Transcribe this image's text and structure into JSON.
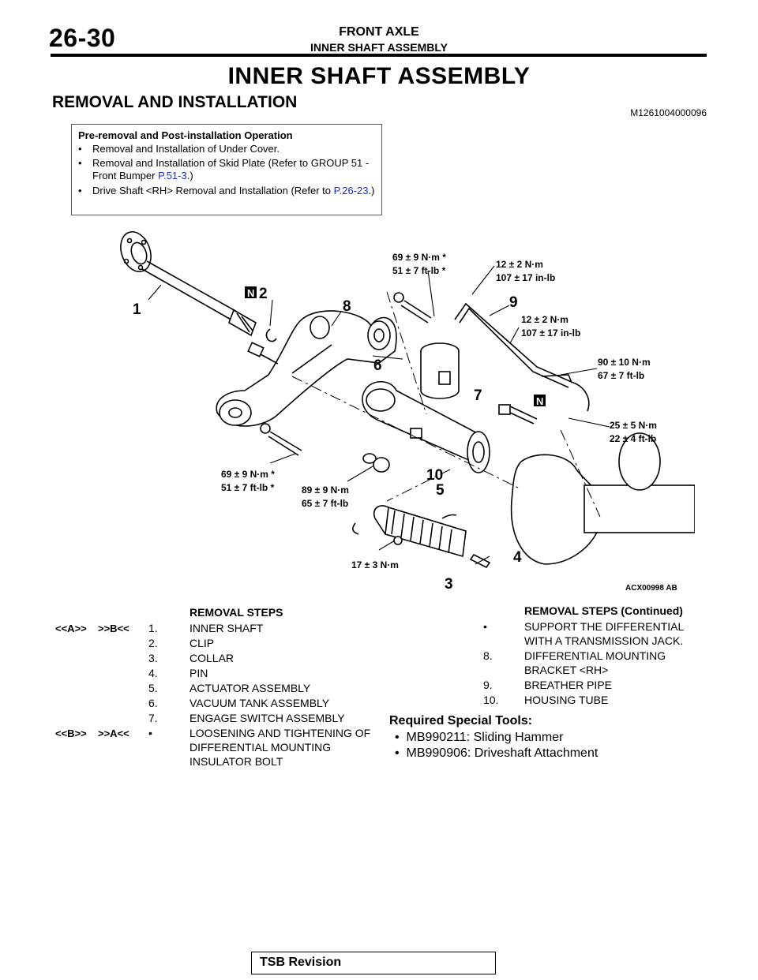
{
  "header": {
    "page_number": "26-30",
    "section": "FRONT AXLE",
    "subsection": "INNER SHAFT ASSEMBLY"
  },
  "title": "INNER SHAFT ASSEMBLY",
  "section_title": "REMOVAL AND INSTALLATION",
  "doc_code": "M1261004000096",
  "pre_op": {
    "heading": "Pre-removal and Post-installation Operation",
    "items": [
      {
        "text": "Removal and Installation of Under Cover.",
        "link": "",
        "tail": ""
      },
      {
        "text": "Removal and Installation of Skid Plate (Refer to GROUP 51 - Front Bumper ",
        "link": "P.51-3",
        "tail": ".)"
      },
      {
        "text": "Drive Shaft <RH> Removal and Installation (Refer to ",
        "link": "P.26-23",
        "tail": ".)"
      }
    ]
  },
  "diagram": {
    "code": "ACX00998 AB",
    "numbers": [
      "1",
      "2",
      "3",
      "4",
      "5",
      "6",
      "7",
      "8",
      "9",
      "10"
    ],
    "torques": [
      {
        "l1": "69 ± 9 N·m *",
        "l2": "51 ± 7 ft-lb *"
      },
      {
        "l1": "12 ± 2 N·m",
        "l2": "107 ± 17 in-lb"
      },
      {
        "l1": "12 ± 2 N·m",
        "l2": "107 ± 17 in-lb"
      },
      {
        "l1": "90 ± 10 N·m",
        "l2": "67 ± 7 ft-lb"
      },
      {
        "l1": "25 ± 5 N·m",
        "l2": "22 ± 4 ft-lb"
      },
      {
        "l1": "69 ± 9 N·m *",
        "l2": "51 ± 7 ft-lb *"
      },
      {
        "l1": "89 ± 9 N·m",
        "l2": "65 ± 7 ft-lb"
      },
      {
        "l1": "17 ± 3 N·m",
        "l2": ""
      }
    ],
    "n_mark": "N"
  },
  "removal_steps": {
    "title": "REMOVAL STEPS",
    "tag_a": "<<A>>",
    "tag_b": ">>B<<",
    "tag_c": "<<B>>",
    "tag_d": ">>A<<",
    "items": [
      {
        "n": "1.",
        "t": "INNER SHAFT"
      },
      {
        "n": "2.",
        "t": "CLIP"
      },
      {
        "n": "3.",
        "t": "COLLAR"
      },
      {
        "n": "4.",
        "t": "PIN"
      },
      {
        "n": "5.",
        "t": "ACTUATOR ASSEMBLY"
      },
      {
        "n": "6.",
        "t": "VACUUM TANK ASSEMBLY"
      },
      {
        "n": "7.",
        "t": "ENGAGE SWITCH ASSEMBLY"
      },
      {
        "n": "•",
        "t": "LOOSENING AND TIGHTENING OF DIFFERENTIAL MOUNTING INSULATOR BOLT"
      }
    ]
  },
  "removal_steps_cont": {
    "title": "REMOVAL STEPS (Continued)",
    "items": [
      {
        "n": "•",
        "t": "SUPPORT THE DIFFERENTIAL WITH A TRANSMISSION JACK."
      },
      {
        "n": "8.",
        "t": "DIFFERENTIAL MOUNTING BRACKET <RH>"
      },
      {
        "n": "9.",
        "t": "BREATHER PIPE"
      },
      {
        "n": "10.",
        "t": "HOUSING TUBE"
      }
    ]
  },
  "tools": {
    "title": "Required Special Tools:",
    "items": [
      "MB990211: Sliding Hammer",
      "MB990906: Driveshaft Attachment"
    ]
  },
  "footer": {
    "text": "TSB Revision"
  }
}
